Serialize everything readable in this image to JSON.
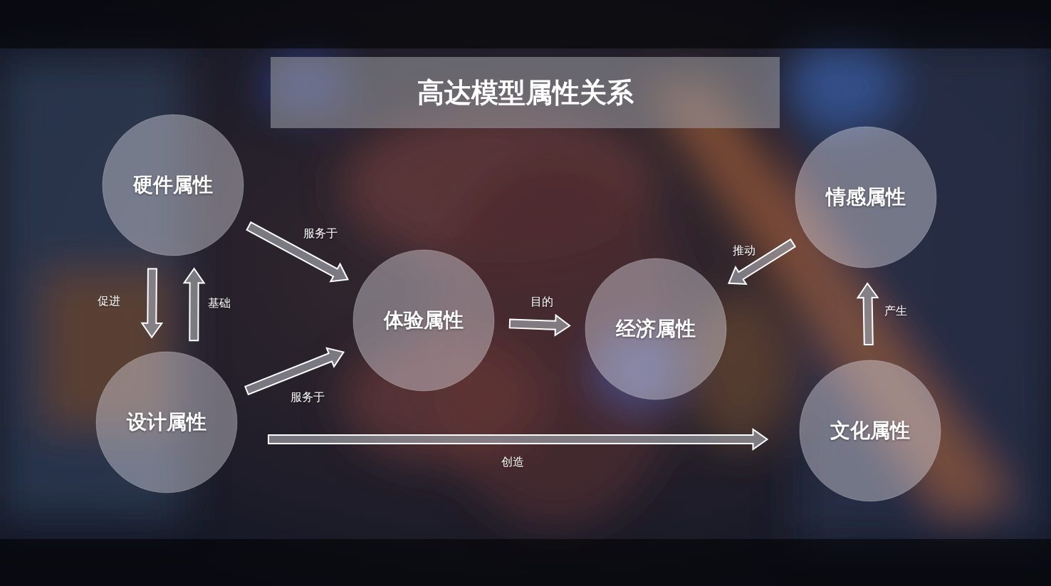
{
  "diagram": {
    "title": "高达模型属性关系",
    "nodes": [
      {
        "text": [
          "硬件属性"
        ]
      },
      {
        "text": [
          "情感属性"
        ]
      },
      {
        "text": [
          "体验属性"
        ]
      },
      {
        "text": [
          "经济属性"
        ]
      },
      {
        "text": [
          "设计属性"
        ]
      },
      {
        "text": [
          "文化属性"
        ]
      }
    ],
    "edges": [
      {
        "from": 0,
        "to": 2,
        "label": "服务于",
        "arrow": "to"
      },
      {
        "from": 4,
        "to": 2,
        "label": "服务于",
        "arrow": "to"
      },
      {
        "from": 0,
        "to": 4,
        "label": "促进",
        "arrow": "to"
      },
      {
        "from": 4,
        "to": 0,
        "label": "基础",
        "arrow": "to"
      },
      {
        "from": 2,
        "to": 3,
        "label": "目的",
        "arrow": "to"
      },
      {
        "from": 1,
        "to": 3,
        "label": "推动",
        "arrow": "to"
      },
      {
        "from": 5,
        "to": 1,
        "label": "产生",
        "arrow": "to"
      },
      {
        "from": 4,
        "to": 5,
        "label": "创造",
        "arrow": "to"
      }
    ]
  }
}
